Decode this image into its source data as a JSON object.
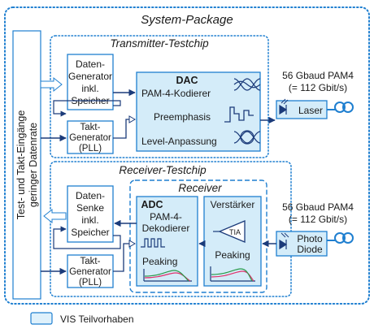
{
  "colors": {
    "frame_blue": "#1f7fd0",
    "fill_blue": "#d4ecf9",
    "vis_fill": "#dff1fb",
    "dark_blue": "#1b3b7a",
    "text": "#1a1a1a"
  },
  "system_package": {
    "title": "System-Package"
  },
  "side_label": {
    "line1": "Test- und Takt-Eingänge",
    "line2": "geringer Datenrate"
  },
  "transmitter": {
    "title": "Transmitter-Testchip",
    "data_gen": {
      "line1": "Daten-",
      "line2": "Generator",
      "line3": "inkl.",
      "line4": "Speicher"
    },
    "clock_gen": {
      "line1": "Takt-",
      "line2": "Generator",
      "line3": "(PLL)"
    },
    "dac": {
      "title": "DAC",
      "row1": "PAM-4-Kodierer",
      "row2": "Preemphasis",
      "row3": "Level-Anpassung"
    },
    "output_rate": {
      "line1": "56 Gbaud PAM4",
      "line2": "(= 112 Gbit/s)"
    },
    "laser": {
      "label": "Laser"
    }
  },
  "receiver_testchip": {
    "title": "Receiver-Testchip",
    "receiver": {
      "title": "Receiver"
    },
    "data_sink": {
      "line1": "Daten-",
      "line2": "Senke",
      "line3": "inkl.",
      "line4": "Speicher"
    },
    "clock_gen": {
      "line1": "Takt-",
      "line2": "Generator",
      "line3": "(PLL)"
    },
    "adc": {
      "title": "ADC",
      "line1": "PAM-4-",
      "line2": "Dekodierer",
      "peaking": "Peaking"
    },
    "amplifier": {
      "title": "Verstärker",
      "tia": "TIA",
      "peaking": "Peaking"
    },
    "input_rate": {
      "line1": "56 Gbaud PAM4",
      "line2": "(= 112 Gbit/s)"
    },
    "photodiode": {
      "line1": "Photo",
      "line2": "Diode"
    }
  },
  "legend": {
    "label": "VIS Teilvorhaben"
  }
}
